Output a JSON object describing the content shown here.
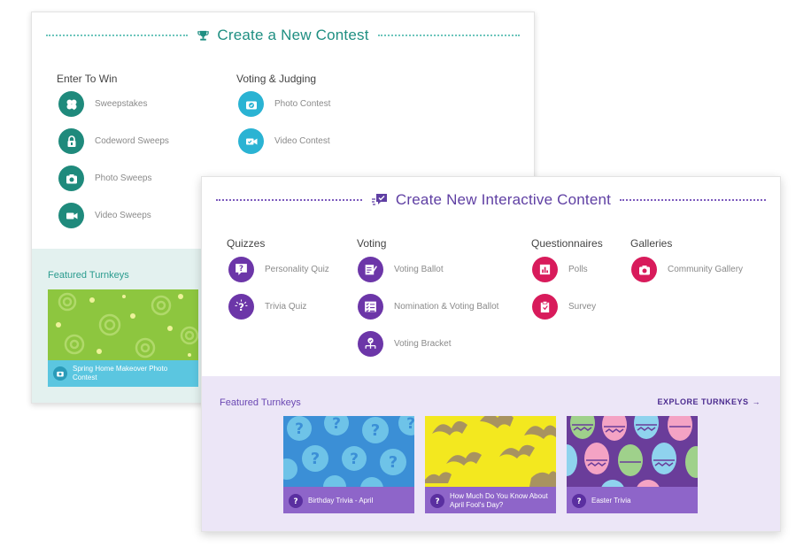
{
  "contest_card": {
    "title": "Create a New Contest",
    "icon": "trophy-icon",
    "accent": "#1f8f82",
    "columns": [
      {
        "heading": "Enter To Win",
        "items": [
          {
            "label": "Sweepstakes",
            "icon": "clover-icon"
          },
          {
            "label": "Codeword Sweeps",
            "icon": "lock-icon"
          },
          {
            "label": "Photo Sweeps",
            "icon": "camera-icon"
          },
          {
            "label": "Video Sweeps",
            "icon": "video-camera-icon"
          }
        ]
      },
      {
        "heading": "Voting & Judging",
        "items": [
          {
            "label": "Photo Contest",
            "icon": "camera-check-icon"
          },
          {
            "label": "Video Contest",
            "icon": "video-check-icon"
          }
        ]
      }
    ],
    "featured": {
      "label": "Featured Turnkeys",
      "turnkeys": [
        {
          "label": "Spring Home Makeover Photo Contest",
          "icon": "camera-icon"
        }
      ]
    }
  },
  "interactive_card": {
    "title": "Create New Interactive Content",
    "icon": "chat-check-icon",
    "accent": "#5f3fa3",
    "columns": [
      {
        "heading": "Quizzes",
        "items": [
          {
            "label": "Personality Quiz",
            "icon": "question-bubble-icon"
          },
          {
            "label": "Trivia Quiz",
            "icon": "lightbulb-icon"
          }
        ]
      },
      {
        "heading": "Voting",
        "items": [
          {
            "label": "Voting Ballot",
            "icon": "ballot-icon"
          },
          {
            "label": "Nomination & Voting Ballot",
            "icon": "checklist-icon"
          },
          {
            "label": "Voting Bracket",
            "icon": "bracket-icon"
          }
        ]
      },
      {
        "heading": "Questionnaires",
        "items": [
          {
            "label": "Polls",
            "icon": "bar-chart-icon"
          },
          {
            "label": "Survey",
            "icon": "clipboard-icon"
          }
        ]
      },
      {
        "heading": "Galleries",
        "items": [
          {
            "label": "Community Gallery",
            "icon": "camera-icon"
          }
        ]
      }
    ],
    "featured": {
      "label": "Featured Turnkeys",
      "explore_label": "EXPLORE TURNKEYS",
      "turnkeys": [
        {
          "label": "Birthday Trivia - April",
          "icon": "question-icon"
        },
        {
          "label": "How Much Do You Know About April Fool's Day?",
          "icon": "question-icon"
        },
        {
          "label": "Easter Trivia",
          "icon": "question-icon"
        }
      ]
    }
  }
}
